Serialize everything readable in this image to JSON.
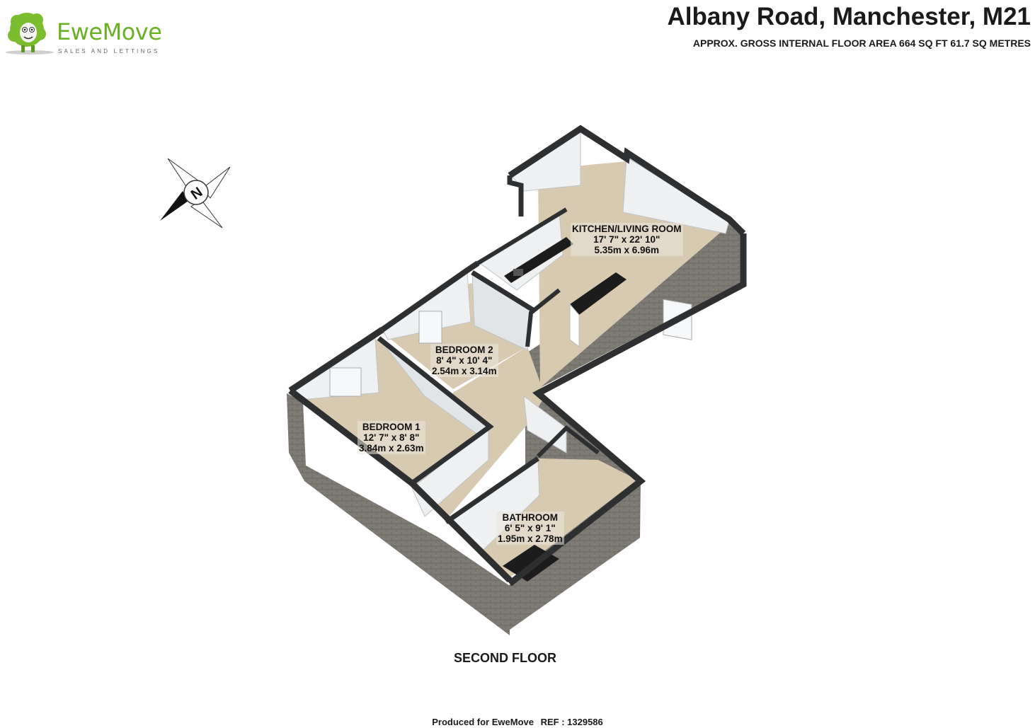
{
  "header": {
    "brand_name": "EweMove",
    "brand_tagline": "SALES AND LETTINGS",
    "brand_color": "#6ab023",
    "title": "Albany Road, Manchester, M21",
    "area_line": "APPROX. GROSS INTERNAL FLOOR AREA 664 SQ FT 61.7 SQ METRES"
  },
  "compass": {
    "label": "N",
    "icon": "compass-icon"
  },
  "rooms": [
    {
      "name": "KITCHEN/LIVING ROOM",
      "imperial": "17' 7\" x 22' 10\"",
      "metric": "5.35m x 6.96m"
    },
    {
      "name": "BEDROOM 2",
      "imperial": "8' 4\" x 10' 4\"",
      "metric": "2.54m x 3.14m"
    },
    {
      "name": "BEDROOM 1",
      "imperial": "12' 7\" x 8' 8\"",
      "metric": "3.84m x 2.63m"
    },
    {
      "name": "BATHROOM",
      "imperial": "6' 5\" x 9' 1\"",
      "metric": "1.95m x 2.78m"
    }
  ],
  "floor_label": "SECOND FLOOR",
  "footer": {
    "produced_for": "Produced for EweMove",
    "ref": "REF : 1329586"
  },
  "colors": {
    "floor": "#d8c9b1",
    "wall_top": "#2d2f31",
    "brick": "#7d7b74",
    "inner_wall": "#eef0f1"
  }
}
